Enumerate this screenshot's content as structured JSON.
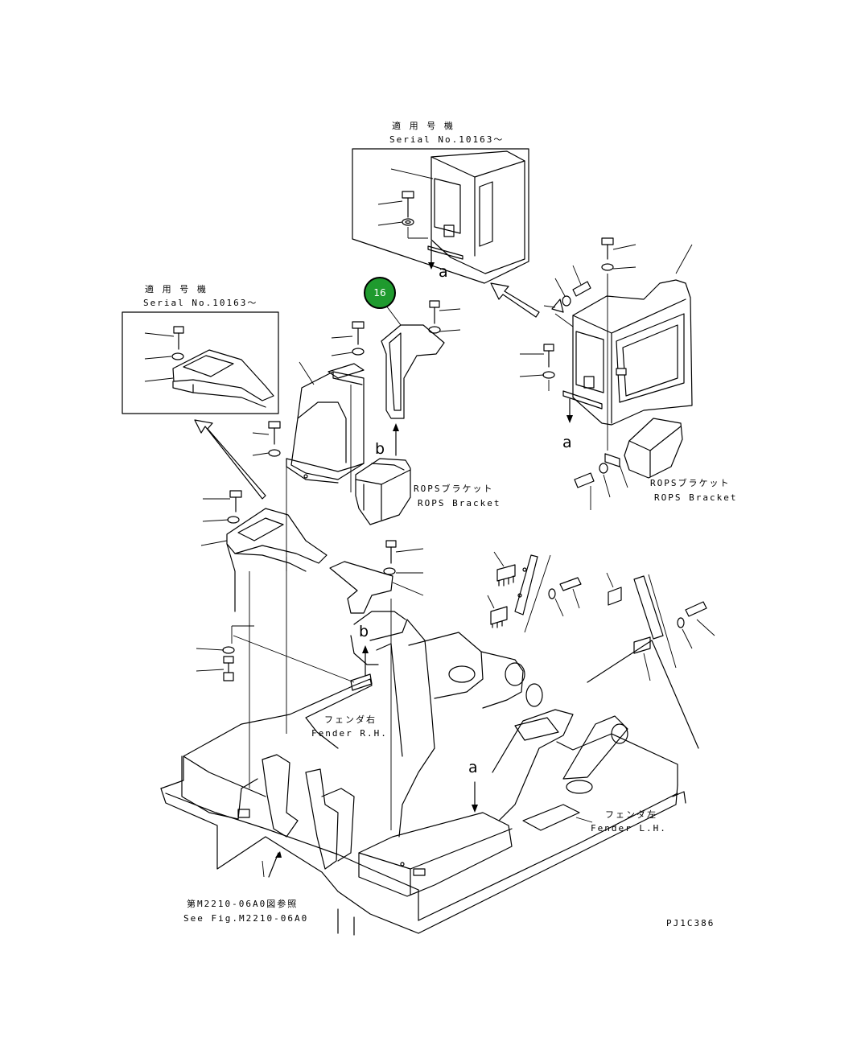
{
  "callout": {
    "number": "16"
  },
  "notes": {
    "applicable_jp_top": "適 用 号 機",
    "serial_top": "Serial No.10163～",
    "applicable_jp_left": "適 用 号 機",
    "serial_left": "Serial No.10163～"
  },
  "labels": {
    "rops_jp_center": "ROPSブラケット",
    "rops_en_center": "ROPS Bracket",
    "rops_jp_right": "ROPSブラケット",
    "rops_en_right": "ROPS Bracket",
    "fender_rh_jp": "フェンダ右",
    "fender_rh_en": "Fender R.H.",
    "fender_lh_jp": "フェンダ左",
    "fender_lh_en": "Fender L.H.",
    "see_fig_jp": "第M2210-06A0図参照",
    "see_fig_en": "See Fig.M2210-06A0",
    "drawing_code": "PJ1C386"
  },
  "view_letters": {
    "a_top": "a",
    "b_center": "b",
    "a_right": "a",
    "b_lower": "b",
    "a_bottom": "a"
  }
}
